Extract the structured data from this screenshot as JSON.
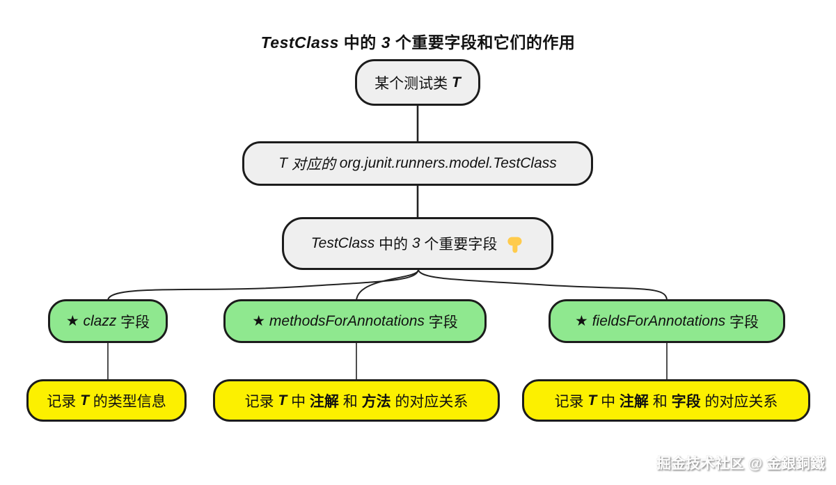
{
  "diagram": {
    "title": {
      "t1": "TestClass",
      "t2": " 中的 ",
      "t3": "3",
      "t4": " 个重要字段和它们的作用"
    },
    "nodes": {
      "root": {
        "zh": "某个测试类 ",
        "t": "T"
      },
      "mapping": {
        "t": "T",
        "zh": " 对应的 ",
        "cls": "org.junit.runners.model.TestClass"
      },
      "header": {
        "en": "TestClass",
        "zh1": " 中的 ",
        "num": "3",
        "zh2": " 个重要字段 ",
        "icon": "pointing-down-hand"
      },
      "clazz": {
        "star": "★ ",
        "name": "clazz",
        "suffix": " 字段"
      },
      "methods": {
        "star": "★ ",
        "name": "methodsForAnnotations",
        "suffix": " 字段"
      },
      "fields": {
        "star": "★ ",
        "name": "fieldsForAnnotations",
        "suffix": " 字段"
      },
      "clazz_desc": {
        "p1": "记录 ",
        "t": "T",
        "p2": " 的类型信息"
      },
      "methods_desc": {
        "p1": "记录 ",
        "t": "T",
        "p2": " 中 ",
        "b1": "注解",
        "p3": " 和 ",
        "b2": "方法",
        "p4": " 的对应关系"
      },
      "fields_desc": {
        "p1": "记录 ",
        "t": "T",
        "p2": " 中 ",
        "b1": "注解",
        "p3": " 和 ",
        "b2": "字段",
        "p4": " 的对应关系"
      }
    },
    "watermark": "掘金技术社区 @ 金銀銅鐵",
    "colors": {
      "box_fill": "#efefef",
      "green_fill": "#8fe88f",
      "yellow_fill": "#fcf000",
      "border": "#1c1c1c",
      "line": "#222222",
      "hand": "#ffcb4c"
    }
  }
}
